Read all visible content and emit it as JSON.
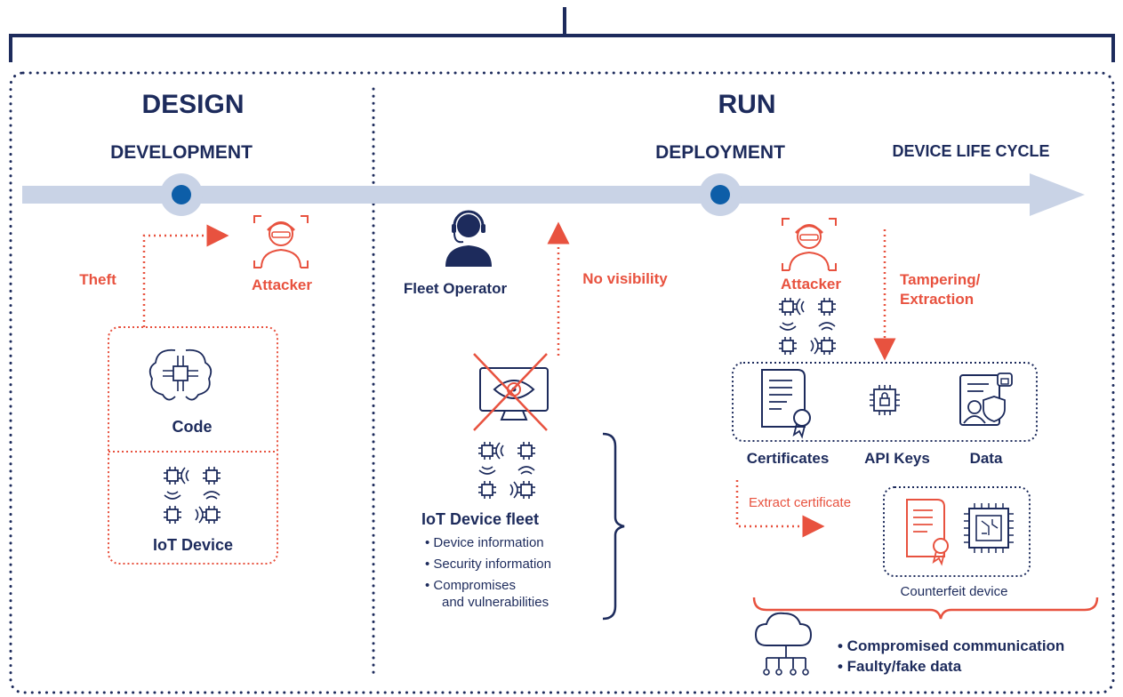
{
  "phases": {
    "design": "DESIGN",
    "run": "RUN",
    "development": "DEVELOPMENT",
    "deployment": "DEPLOYMENT",
    "lifecycle": "DEVICE LIFE CYCLE"
  },
  "left": {
    "theft": "Theft",
    "attacker": "Attacker",
    "code": "Code",
    "iot_device": "IoT Device"
  },
  "middle": {
    "fleet_operator": "Fleet Operator",
    "no_visibility": "No visibility",
    "fleet_title": "IoT Device fleet",
    "bullets": [
      "• Device information",
      "• Security information",
      "• Compromises",
      "and vulnerabilities"
    ]
  },
  "right": {
    "attacker": "Attacker",
    "tampering_1": "Tampering/",
    "tampering_2": "Extraction",
    "certificates": "Certificates",
    "api_keys": "API Keys",
    "data": "Data",
    "extract_certificate": "Extract certificate",
    "counterfeit_device": "Counterfeit device",
    "outcomes": [
      "• Compromised communication",
      "• Faulty/fake data"
    ]
  },
  "colors": {
    "navy": "#1d2b5c",
    "accent_red": "#e8523f",
    "timeline": "#c9d3e6",
    "node": "#0d5ea8"
  }
}
